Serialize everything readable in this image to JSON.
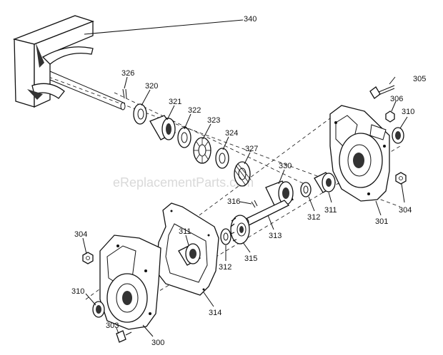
{
  "watermark": "eReplacementParts.com",
  "labels": {
    "l340": "340",
    "l326": "326",
    "l320": "320",
    "l321": "321",
    "l322": "322",
    "l323": "323",
    "l324": "324",
    "l327": "327",
    "l330": "330",
    "l316": "316",
    "l313": "313",
    "l315": "315",
    "l312a": "312",
    "l311a": "311",
    "l314": "314",
    "l304a": "304",
    "l310a": "310",
    "l303": "303",
    "l300": "300",
    "l305": "305",
    "l306": "306",
    "l310b": "310",
    "l301": "301",
    "l304b": "304",
    "l312b": "312",
    "l311b": "311"
  }
}
